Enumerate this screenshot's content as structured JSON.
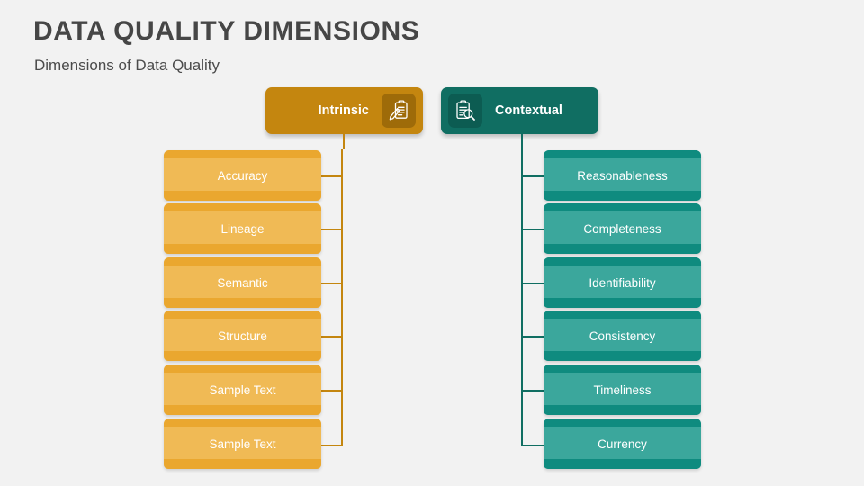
{
  "page": {
    "title": "DATA QUALITY DIMENSIONS",
    "subtitle": "Dimensions of Data Quality",
    "background_color": "#f2f2f2"
  },
  "colors": {
    "title_text": "#464646",
    "subtitle_text": "#4b4b4b",
    "intrinsic_header": "#c4860f",
    "intrinsic_icon_tile": "#9e6b09",
    "intrinsic_item": "#f0ba55",
    "intrinsic_item_band": "#eaa72f",
    "contextual_header": "#106e62",
    "contextual_icon_tile": "#0c5c52",
    "contextual_item": "#3ba79c",
    "contextual_item_band": "#0f8b7f",
    "item_label_text": "#ffffff"
  },
  "branches": [
    {
      "id": "intrinsic",
      "header_label": "Intrinsic",
      "icon": "clipboard-pencil-icon",
      "icon_side": "right",
      "items": [
        {
          "label": "Accuracy"
        },
        {
          "label": "Lineage"
        },
        {
          "label": "Semantic"
        },
        {
          "label": "Structure"
        },
        {
          "label": "Sample Text"
        },
        {
          "label": "Sample Text"
        }
      ]
    },
    {
      "id": "contextual",
      "header_label": "Contextual",
      "icon": "clipboard-magnifier-icon",
      "icon_side": "left",
      "items": [
        {
          "label": "Reasonableness"
        },
        {
          "label": "Completeness"
        },
        {
          "label": "Identifiability"
        },
        {
          "label": "Consistency"
        },
        {
          "label": "Timeliness"
        },
        {
          "label": "Currency"
        }
      ]
    }
  ]
}
